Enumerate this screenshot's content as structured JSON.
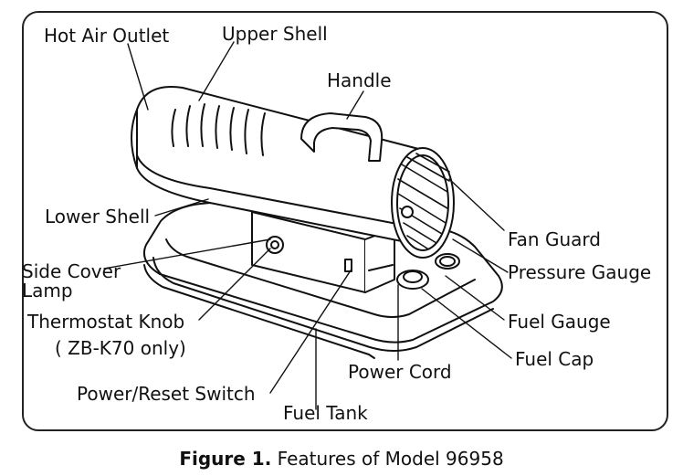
{
  "labels": {
    "hot_air_outlet": "Hot Air Outlet",
    "upper_shell": "Upper Shell",
    "handle": "Handle",
    "lower_shell": "Lower Shell",
    "fan_guard": "Fan Guard",
    "pressure_gauge": "Pressure Gauge",
    "side_cover": "Side Cover",
    "lamp": "Lamp",
    "thermostat_knob": "Thermostat Knob",
    "thermostat_note": "( ZB-K70 only)",
    "fuel_gauge": "Fuel Gauge",
    "fuel_cap": "Fuel Cap",
    "power_cord": "Power Cord",
    "power_reset_switch": "Power/Reset Switch",
    "fuel_tank": "Fuel Tank"
  },
  "caption": {
    "prefix": "Figure 1.",
    "text": " Features of Model 96958"
  }
}
